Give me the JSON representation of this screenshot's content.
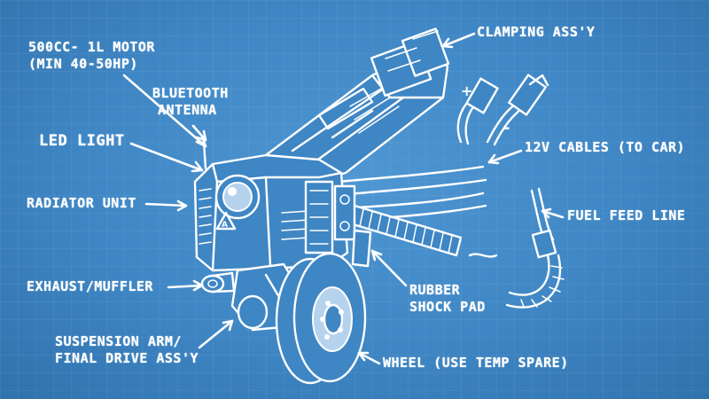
{
  "labels": {
    "motor_line1": "500CC- 1L MOTOR",
    "motor_line2": "(MIN 40-50HP)",
    "bluetooth_line1": "BLUETOOTH",
    "bluetooth_line2": "ANTENNA",
    "led_light": "LED LIGHT",
    "radiator": "RADIATOR UNIT",
    "exhaust": "EXHAUST/MUFFLER",
    "suspension_line1": "SUSPENSION ARM/",
    "suspension_line2": "FINAL DRIVE ASS'Y",
    "clamping": "CLAMPING ASS'Y",
    "cables": "12V CABLES (TO CAR)",
    "fuel": "FUEL FEED LINE",
    "rubber_line1": "RUBBER",
    "rubber_line2": "SHOCK PAD",
    "wheel": "WHEEL (USE TEMP SPARE)"
  },
  "colors": {
    "background": "#3f86c4",
    "ink": "#ffffff"
  }
}
